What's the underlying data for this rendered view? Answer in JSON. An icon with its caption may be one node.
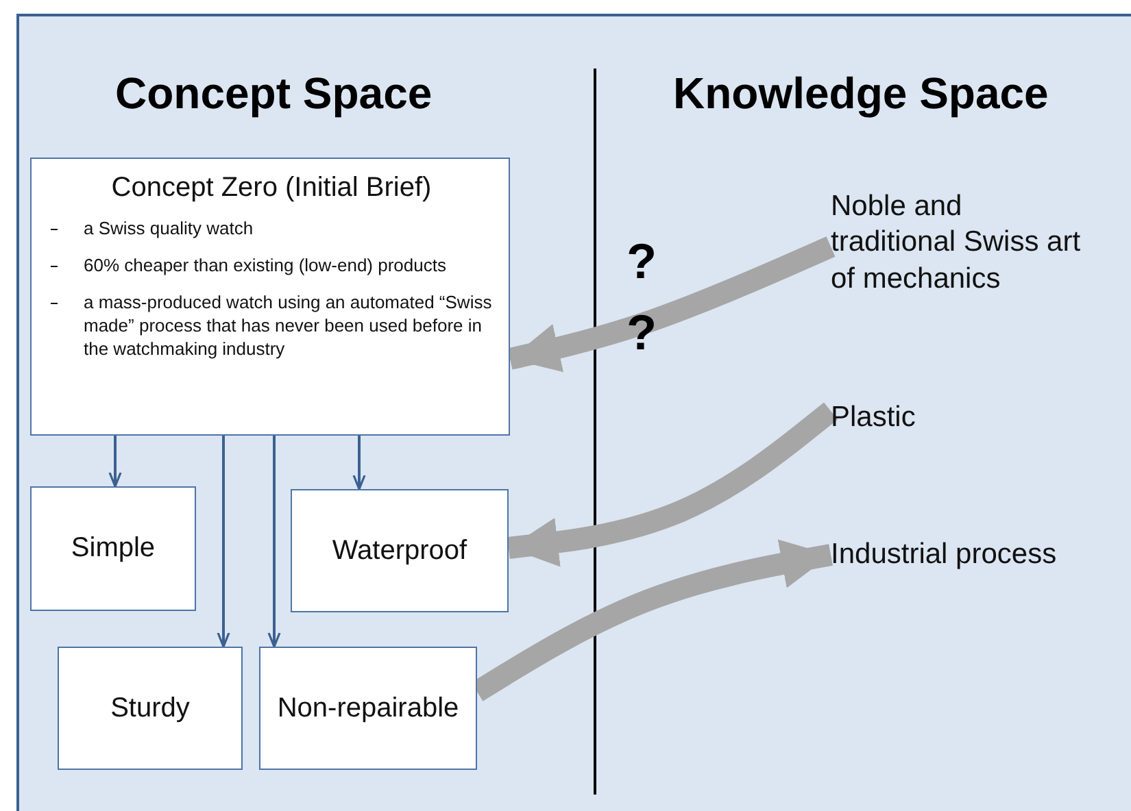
{
  "diagram": {
    "nodes": [
      {
        "text": [
          "Concept Zero (Initial Brief)",
          "a Swiss quality watch",
          "60% cheaper than existing (low-end) products",
          "a mass-produced watch using an automated “Swiss made” process that has never been used before in the watchmaking industry"
        ]
      },
      {
        "text": [
          "Simple"
        ]
      },
      {
        "text": [
          "Waterproof"
        ]
      },
      {
        "text": [
          "Sturdy"
        ]
      },
      {
        "text": [
          "Non-repairable"
        ]
      },
      {
        "text": [
          "Noble and traditional Swiss art of mechanics"
        ]
      },
      {
        "text": [
          "Plastic"
        ]
      },
      {
        "text": [
          "Industrial process"
        ]
      }
    ],
    "edges": [
      {
        "from": 0,
        "to": 1,
        "arrow": "to"
      },
      {
        "from": 0,
        "to": 3,
        "arrow": "to"
      },
      {
        "from": 0,
        "to": 4,
        "arrow": "to"
      },
      {
        "from": 0,
        "to": 2,
        "arrow": "to"
      },
      {
        "from": 5,
        "to": 0,
        "arrow": "to",
        "style": "thick",
        "color": "#a6a6a6"
      },
      {
        "from": 6,
        "to": 2,
        "arrow": "to",
        "style": "thick",
        "color": "#a6a6a6"
      },
      {
        "from": 4,
        "to": 7,
        "arrow": "to",
        "style": "thick",
        "color": "#a6a6a6"
      }
    ],
    "labels": [
      "Concept Space",
      "Knowledge Space",
      "?",
      "?"
    ]
  }
}
